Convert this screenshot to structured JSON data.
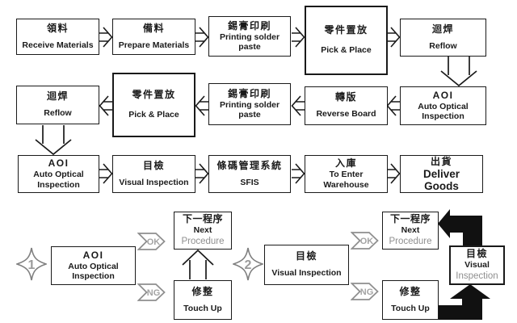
{
  "title": "SMT process flow diagram",
  "colors": {
    "ink": "#1a1a1a",
    "gray_outline": "#8f8f8f",
    "gray_text": "#a0a0a0",
    "background": "#ffffff"
  },
  "main_flow": {
    "row1": [
      {
        "zh": "領料",
        "en": "Receive Materials"
      },
      {
        "zh": "備料",
        "en": "Prepare Materials"
      },
      {
        "zh": "錫膏印刷",
        "en": "Printing solder paste"
      },
      {
        "zh": "零件置放",
        "en": "Pick & Place"
      },
      {
        "zh": "迴焊",
        "en": "Reflow"
      }
    ],
    "row2": [
      {
        "zh": "迴焊",
        "en": "Reflow"
      },
      {
        "zh": "零件置放",
        "en": "Pick & Place"
      },
      {
        "zh": "錫膏印刷",
        "en": "Printing solder paste"
      },
      {
        "zh": "轉版",
        "en": "Reverse Board"
      },
      {
        "zh": "AOI",
        "en": "Auto Optical Inspection"
      }
    ],
    "row3": [
      {
        "zh": "AOI",
        "en": "Auto Optical Inspection"
      },
      {
        "zh": "目檢",
        "en": "Visual Inspection"
      },
      {
        "zh": "條碼管理系統",
        "en": "SFIS"
      },
      {
        "zh": "入庫",
        "en": "To Enter Warehouse"
      },
      {
        "zh": "出貨",
        "en": "Deliver Goods"
      }
    ]
  },
  "detail_flows": [
    {
      "marker": "1",
      "process_zh": "AOI",
      "process_en": "Auto Optical Inspection",
      "ok_label": "OK",
      "ng_label": "NG",
      "next_zh": "下一程序",
      "next_en1": "Next",
      "next_en2": "Procedure",
      "touchup_zh": "修整",
      "touchup_en": "Touch Up"
    },
    {
      "marker": "2",
      "process_zh": "目檢",
      "process_en": "Visual Inspection",
      "ok_label": "OK",
      "ng_label": "NG",
      "next_zh": "下一程序",
      "next_en1": "Next",
      "next_en2": "Procedure",
      "touchup_zh": "修整",
      "touchup_en": "Touch Up",
      "loop_zh": "目檢",
      "loop_en1": "Visual",
      "loop_en2": "Inspection"
    }
  ]
}
